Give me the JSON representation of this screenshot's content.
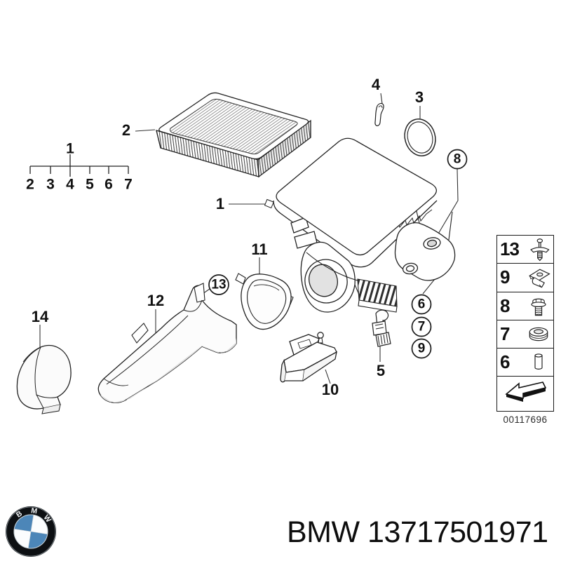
{
  "diagram": {
    "line_color": "#222222",
    "tree": {
      "parent": "1",
      "children": [
        "2",
        "3",
        "4",
        "5",
        "6",
        "7"
      ]
    },
    "part_labels": {
      "p1": "1",
      "p2": "2",
      "p3": "3",
      "p4": "4",
      "p5": "5",
      "p10": "10",
      "p11": "11",
      "p12": "12",
      "p14": "14"
    },
    "callouts": {
      "c13": "13",
      "c8": "8",
      "c6": "6",
      "c7": "7",
      "c9": "9"
    }
  },
  "sidebar": {
    "items": [
      {
        "number": "13",
        "icon": "push-rivet"
      },
      {
        "number": "9",
        "icon": "retainer-clip"
      },
      {
        "number": "8",
        "icon": "hex-bolt"
      },
      {
        "number": "7",
        "icon": "rubber-grommet"
      },
      {
        "number": "6",
        "icon": "spacer-sleeve"
      },
      {
        "number": "",
        "icon": "direction-arrow"
      }
    ],
    "diagram_number": "00117696"
  },
  "footer": {
    "logo": {
      "b": "B",
      "m": "M",
      "w": "W"
    },
    "part_number": "BMW 13717501971",
    "logo_blue": "#4c86b8",
    "logo_black": "#0d1013"
  }
}
